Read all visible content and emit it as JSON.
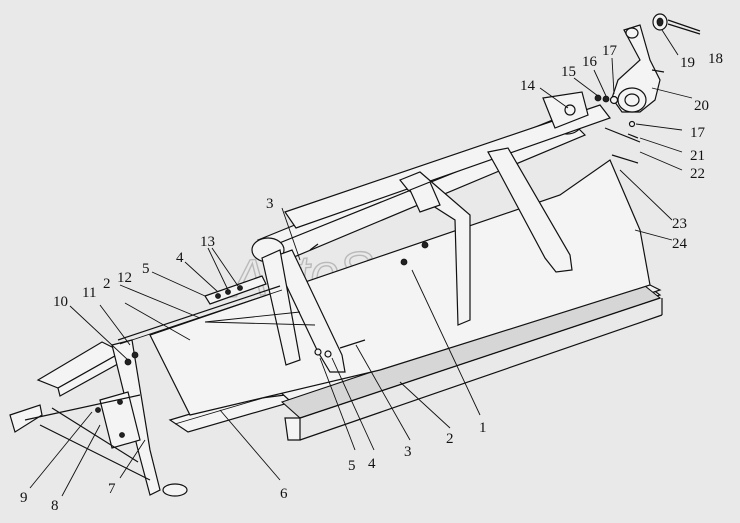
{
  "watermark": "AutoSoft",
  "callouts": {
    "c1": "1",
    "c2a": "2",
    "c2b": "2",
    "c3a": "3",
    "c3b": "3",
    "c4a": "4",
    "c4b": "4",
    "c5a": "5",
    "c5b": "5",
    "c6": "6",
    "c7": "7",
    "c8": "8",
    "c9": "9",
    "c10": "10",
    "c11": "11",
    "c12": "12",
    "c13": "13",
    "c14": "14",
    "c15": "15",
    "c16": "16",
    "c17a": "17",
    "c17b": "17",
    "c18": "18",
    "c19": "19",
    "c20": "20",
    "c21": "21",
    "c22": "22",
    "c23": "23",
    "c24": "24"
  }
}
